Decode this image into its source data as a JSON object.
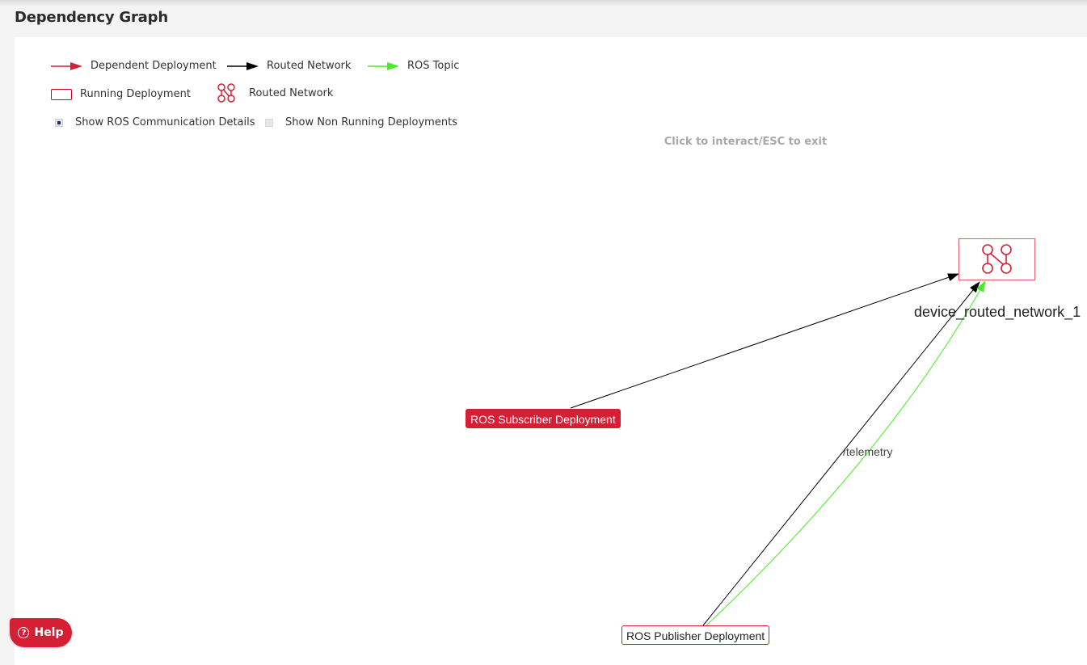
{
  "page": {
    "title": "Dependency Graph"
  },
  "legend": {
    "dependent_deployment": "Dependent Deployment",
    "routed_network_arrow": "Routed Network",
    "ros_topic": "ROS Topic",
    "running_deployment": "Running Deployment",
    "routed_network_icon": "Routed Network"
  },
  "options": {
    "show_ros_details": {
      "label": "Show ROS Communication Details",
      "checked": true
    },
    "show_non_running": {
      "label": "Show Non Running Deployments",
      "checked": false
    }
  },
  "hint": {
    "text_a": "Click to interact/",
    "text_key": "ESC",
    "text_b": " to exit"
  },
  "graph": {
    "nodes": {
      "subscriber": "ROS Subscriber Deployment",
      "publisher": "ROS Publisher Deployment",
      "network": "device_routed_network_1"
    },
    "edge_topic_label": "/telemetry"
  },
  "help": {
    "label": "Help",
    "icon_glyph": "?"
  },
  "colors": {
    "dependent_arrow": "#d51f35",
    "routed_arrow": "#000000",
    "topic_arrow": "#44ee22",
    "brand_red": "#d51f35"
  },
  "icons": {
    "routed_network": "routed-network-icon",
    "help": "question-circle-icon"
  }
}
